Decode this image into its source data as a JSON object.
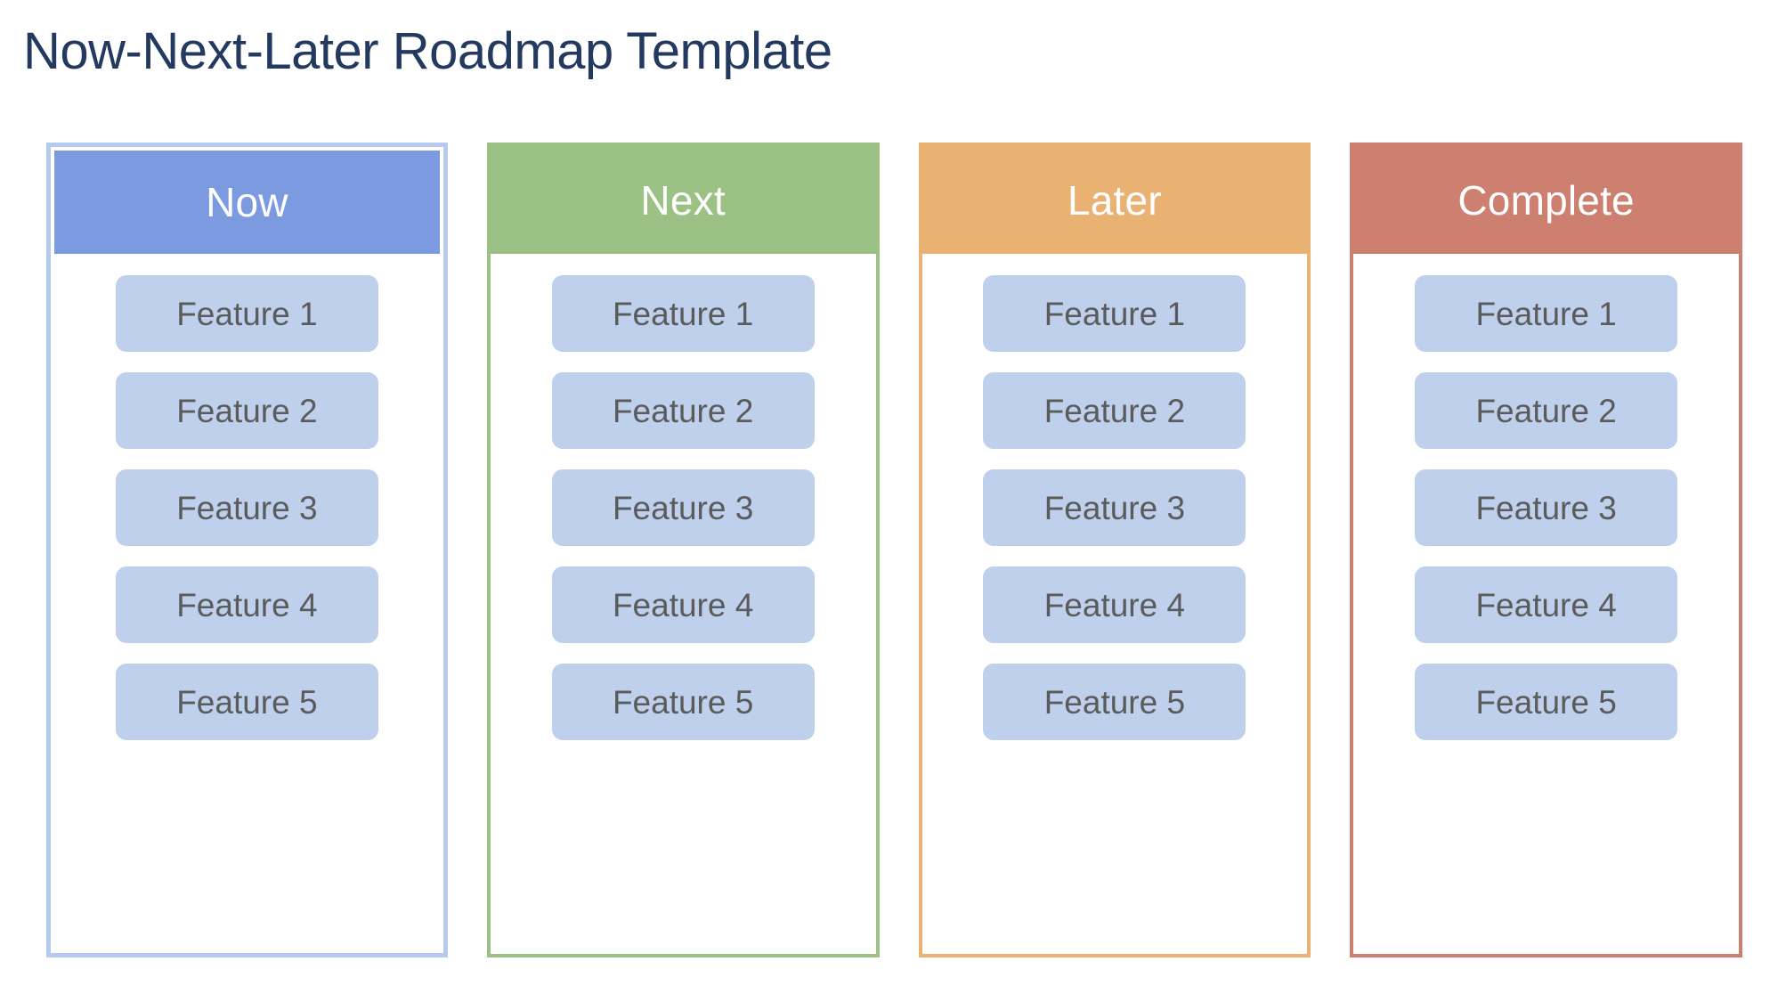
{
  "page": {
    "title": "Now-Next-Later Roadmap Template",
    "title_color": "#24395f",
    "background_color": "#ffffff"
  },
  "board": {
    "card_fill_color": "#bed0ec",
    "card_text_color": "#5b5b5b",
    "columns": [
      {
        "id": "now",
        "header_label": "Now",
        "header_color": "#7b9ae0",
        "border_color": "#b6c9ee",
        "header_inset": true,
        "cards": [
          {
            "label": "Feature 1"
          },
          {
            "label": "Feature 2"
          },
          {
            "label": "Feature 3"
          },
          {
            "label": "Feature 4"
          },
          {
            "label": "Feature 5"
          }
        ]
      },
      {
        "id": "next",
        "header_label": "Next",
        "header_color": "#9cc184",
        "border_color": "#9cc184",
        "header_inset": false,
        "cards": [
          {
            "label": "Feature 1"
          },
          {
            "label": "Feature 2"
          },
          {
            "label": "Feature 3"
          },
          {
            "label": "Feature 4"
          },
          {
            "label": "Feature 5"
          }
        ]
      },
      {
        "id": "later",
        "header_label": "Later",
        "header_color": "#eab272",
        "border_color": "#eab272",
        "header_inset": false,
        "cards": [
          {
            "label": "Feature 1"
          },
          {
            "label": "Feature 2"
          },
          {
            "label": "Feature 3"
          },
          {
            "label": "Feature 4"
          },
          {
            "label": "Feature 5"
          }
        ]
      },
      {
        "id": "complete",
        "header_label": "Complete",
        "header_color": "#cd7f70",
        "border_color": "#cd7f70",
        "header_inset": false,
        "cards": [
          {
            "label": "Feature 1"
          },
          {
            "label": "Feature 2"
          },
          {
            "label": "Feature 3"
          },
          {
            "label": "Feature 4"
          },
          {
            "label": "Feature 5"
          }
        ]
      }
    ]
  }
}
